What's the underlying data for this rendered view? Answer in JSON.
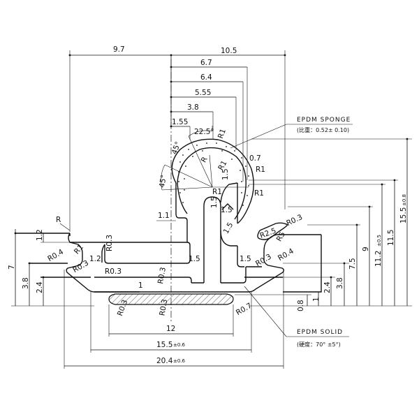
{
  "materials": {
    "sponge_title": "EPDM SPONGE",
    "sponge_spec": "(比重：0.52± 0.10)",
    "solid_title": "EPDM SOLID",
    "solid_spec": "(硬度：70° ±5°)"
  },
  "dimensions": {
    "top_left_width": "9.7",
    "top_right_width": "10.5",
    "w_6_7": "6.7",
    "w_6_4": "6.4",
    "w_5_55": "5.55",
    "w_3_8": "3.8",
    "w_1_55": "1.55",
    "w_12": "12",
    "w_15_5": "15.5",
    "w_15_5_tol": "±0.6",
    "w_20_4": "20.4",
    "w_20_4_tol": "±0.6",
    "h_7": "7",
    "h_1_2_top": "1.2",
    "h_3_8_left": "3.8",
    "h_2_4_left": "2.4",
    "h_1_2_mid": "1.2",
    "h_1_5_a": "1.5",
    "h_1_5_b": "1.5",
    "h_1_5_c": "1.5",
    "h_1_5_d": "1.5",
    "h_1_5_e": "1.5",
    "h_1_1": "1.1",
    "h_1_bottom": "1",
    "h_2_4_right": "2.4",
    "h_3_8_right": "3.8",
    "h_7_5": "7.5",
    "h_9": "9",
    "h_11_2": "11.2",
    "h_11_2_tol": "±0.5",
    "h_11_5": "11.5",
    "h_15_5_r": "15.5",
    "h_15_5_r_tol": "±0.8",
    "h_0_8": "0.8",
    "h_1_right": "1",
    "h_0_7": "0.7"
  },
  "radii": {
    "r_left_top": "R",
    "r_left_r1": "R1",
    "r_left_r0_4": "R0.4",
    "r_left_r0_3_a": "R0.3",
    "r_left_r0_3_b": "R0.3",
    "r_left_r0_3_c": "R0.3",
    "r_center_r0_3": "R0.3",
    "r_bottom_r0_3_a": "R0.3",
    "r_bottom_r0_3_b": "R0.3",
    "r_bottom_r0_7": "R0.7",
    "r_right_r0_3": "R0.3",
    "r_right_r0_4": "R0.4",
    "r_right_r0_3_top": "R0.3",
    "r_r2_5": "R2.5",
    "r_r5": "R5",
    "r_bulb_r": "R",
    "r_bulb_r1_a": "R1",
    "r_bulb_r1_b": "R1",
    "r_bulb_r1_c": "R1",
    "r_bulb_r1_d": "R1",
    "r_bulb_r1_e": "R1"
  },
  "angles": {
    "a_45_top": "45°",
    "a_22_5": "22.5°",
    "a_45_side": "45°"
  }
}
